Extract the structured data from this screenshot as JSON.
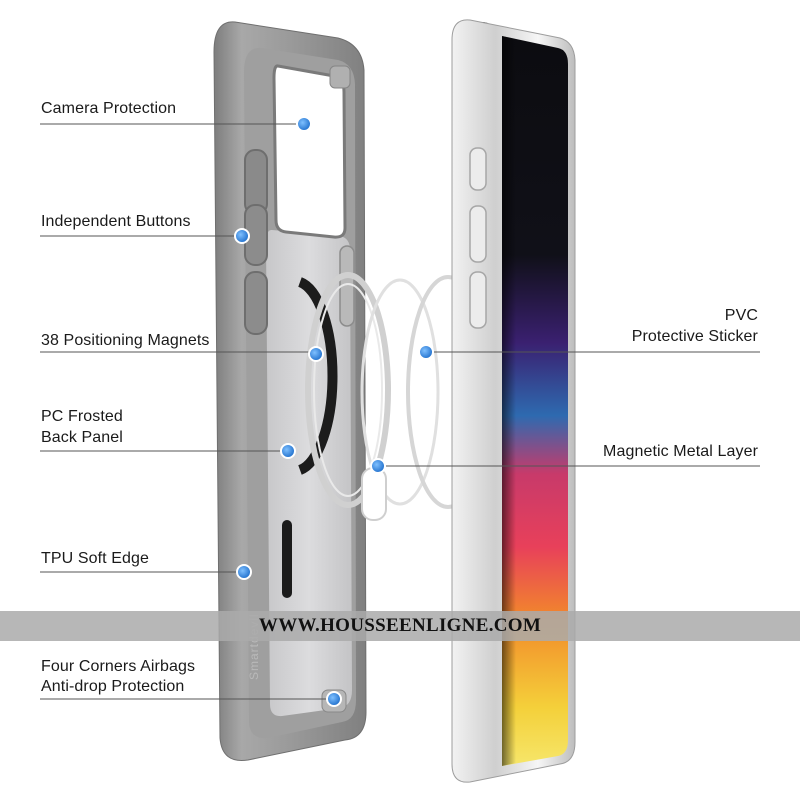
{
  "labels": {
    "camera_protection": "Camera Protection",
    "independent_buttons": "Independent Buttons",
    "positioning_magnets": "38 Positioning Magnets",
    "pc_frosted_line1": "PC Frosted",
    "pc_frosted_line2": "Back Panel",
    "tpu_soft_edge": "TPU Soft Edge",
    "four_corners_line1": "Four Corners Airbags",
    "four_corners_line2": "Anti-drop Protection",
    "pvc_line1": "PVC",
    "pvc_line2": "Protective Sticker",
    "magnetic_metal_layer": "Magnetic Metal Layer"
  },
  "watermark": "WWW.HOUSSEENLIGNE.COM",
  "case_side_text": "Smartdevil",
  "colors": {
    "case_gray": "#8e8e8e",
    "case_gray_light": "#a9a9a9",
    "frame_silver": "#d9d9d9",
    "callout_dot": "#2f7fd8",
    "callout_line": "#555555",
    "screen_dark": "#0b0b10"
  }
}
